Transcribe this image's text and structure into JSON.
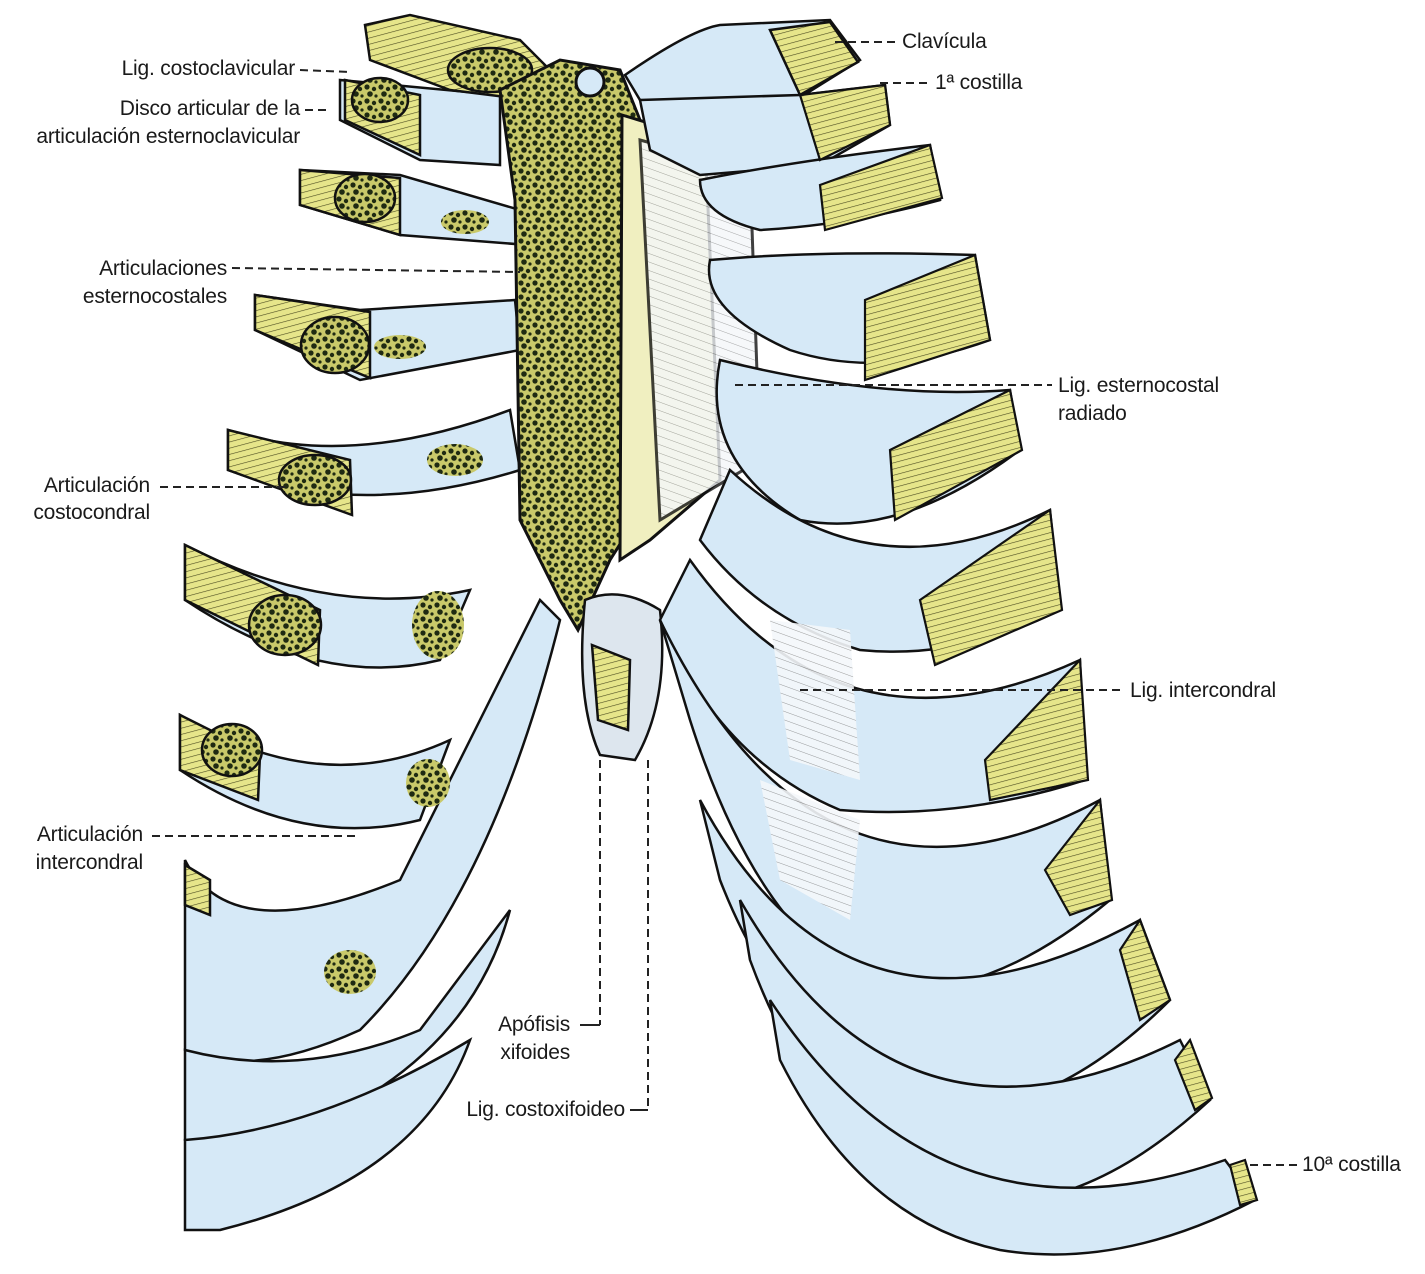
{
  "labels": {
    "lig_costoclavicular": "Lig. costoclavicular",
    "disco_line1": "Disco articular de la",
    "disco_line2": "articulación esternoclavicular",
    "artic_esternocostales_line1": "Articulaciones",
    "artic_esternocostales_line2": "esternocostales",
    "artic_costocondral_line1": "Articulación",
    "artic_costocondral_line2": "costocondral",
    "artic_intercondral_line1": "Articulación",
    "artic_intercondral_line2": "intercondral",
    "clavicula": "Clavícula",
    "primera_costilla": "1ª costilla",
    "lig_esternocostal_line1": "Lig. esternocostal",
    "lig_esternocostal_line2": "radiado",
    "lig_intercondral": "Lig. intercondral",
    "apofisis_line1": "Apófisis",
    "apofisis_line2": "xifoides",
    "lig_costoxifoideo": "Lig. costoxifoideo",
    "decima_costilla": "10ª costilla"
  },
  "colors": {
    "cartilage": "#d6e9f7",
    "bone": "#e6e58a",
    "bone_dots": "#1f2a12",
    "sternum_marrow": "#c9c96a",
    "outline": "#111111",
    "ligament": "#f0efc0"
  }
}
